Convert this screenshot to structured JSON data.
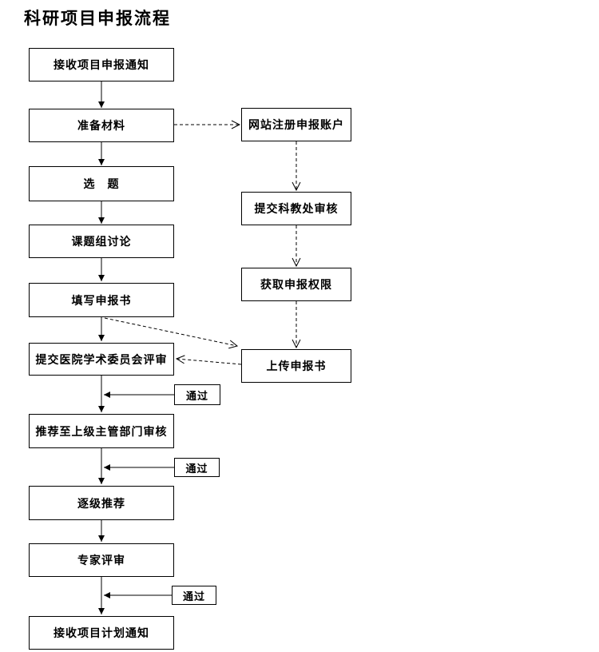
{
  "page": {
    "title": "科研项目申报流程"
  },
  "flowchart": {
    "main_steps": [
      "接收项目申报通知",
      "准备材料",
      "选　题",
      "课题组讨论",
      "填写申报书",
      "提交医院学术委员会评审",
      "推荐至上级主管部门审核",
      "逐级推荐",
      "专家评审",
      "接收项目计划通知"
    ],
    "side_steps": [
      "网站注册申报账户",
      "提交科教处审核",
      "获取申报权限",
      "上传申报书"
    ],
    "pass_labels": [
      "通过",
      "通过",
      "通过"
    ],
    "colors": {
      "line": "#000000",
      "background": "#ffffff",
      "text": "#000000"
    }
  }
}
